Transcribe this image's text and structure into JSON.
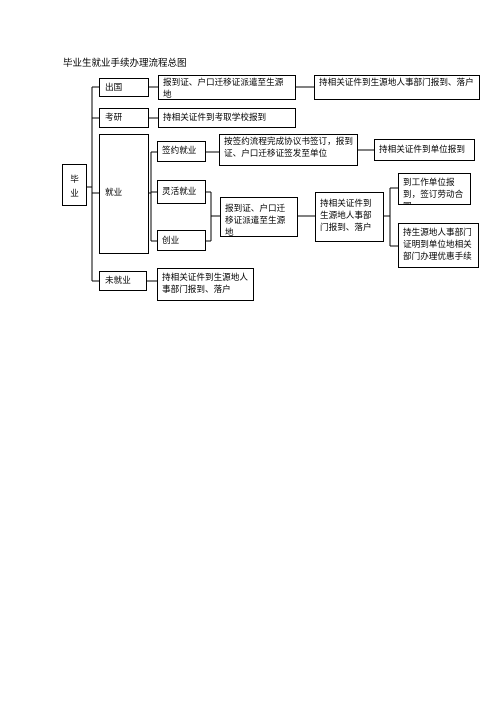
{
  "title": "毕业生就业手续办理流程总图",
  "nodes": {
    "graduation": [
      "毕",
      "业"
    ],
    "abroad": "出国",
    "abroad_step1": "报到证、户口迁移证派遣至生源地",
    "abroad_step2": "持相关证件到生源地人事部门报到、落户",
    "exam": "考研",
    "exam_step1": "持相关证件到考取学校报到",
    "employment": "就业",
    "signed": "签约就业",
    "signed_step1": "按签约流程完成协议书签订，报到证、户口迁移证签发至单位",
    "signed_step2": "持相关证件到单位报到",
    "flexible": "灵活就业",
    "startup": "创业",
    "flex_step1": "报到证、户口迁移证派遣至生源地",
    "flex_step2": "持相关证件到生源地人事部门报到、落户",
    "flex_step3a": "到工作单位报到，签订劳动合同",
    "flex_step3b": "持生源地人事部门证明到单位地相关部门办理优惠手续",
    "unemployed": "未就业",
    "unemployed_step1": "持相关证件到生源地人事部门报到、落户"
  }
}
